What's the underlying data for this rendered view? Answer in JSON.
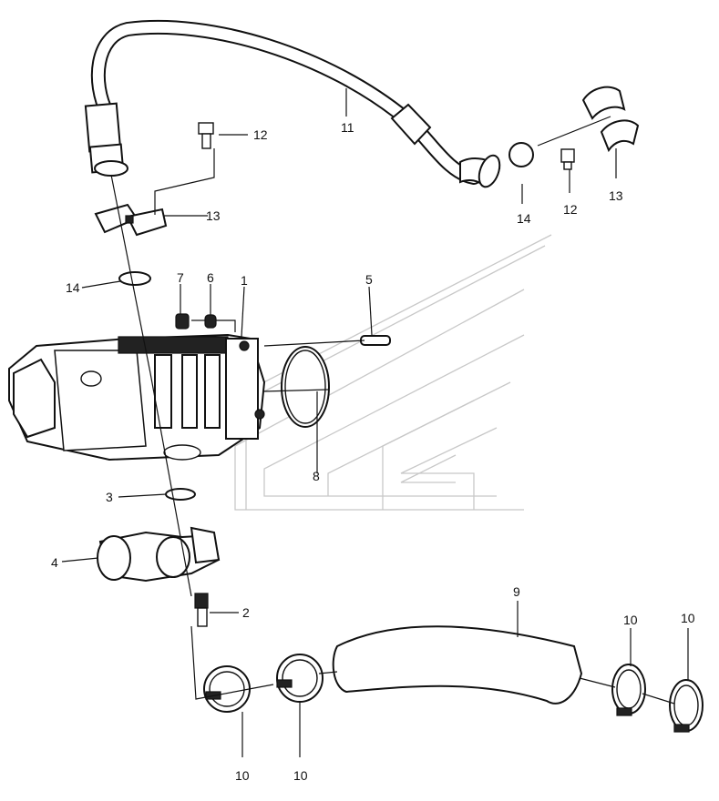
{
  "callouts": [
    {
      "id": "c11",
      "text": "11"
    },
    {
      "id": "c12a",
      "text": "12"
    },
    {
      "id": "c13a",
      "text": "13"
    },
    {
      "id": "c14a",
      "text": "14"
    },
    {
      "id": "c12b",
      "text": "12"
    },
    {
      "id": "c13b",
      "text": "13"
    },
    {
      "id": "c14b",
      "text": "14"
    },
    {
      "id": "c7",
      "text": "7"
    },
    {
      "id": "c6",
      "text": "6"
    },
    {
      "id": "c1",
      "text": "1"
    },
    {
      "id": "c5",
      "text": "5"
    },
    {
      "id": "c8",
      "text": "8"
    },
    {
      "id": "c3",
      "text": "3"
    },
    {
      "id": "c4",
      "text": "4"
    },
    {
      "id": "c2",
      "text": "2"
    },
    {
      "id": "c9",
      "text": "9"
    },
    {
      "id": "c10a",
      "text": "10"
    },
    {
      "id": "c10b",
      "text": "10"
    },
    {
      "id": "c10c",
      "text": "10"
    },
    {
      "id": "c10d",
      "text": "10"
    }
  ]
}
